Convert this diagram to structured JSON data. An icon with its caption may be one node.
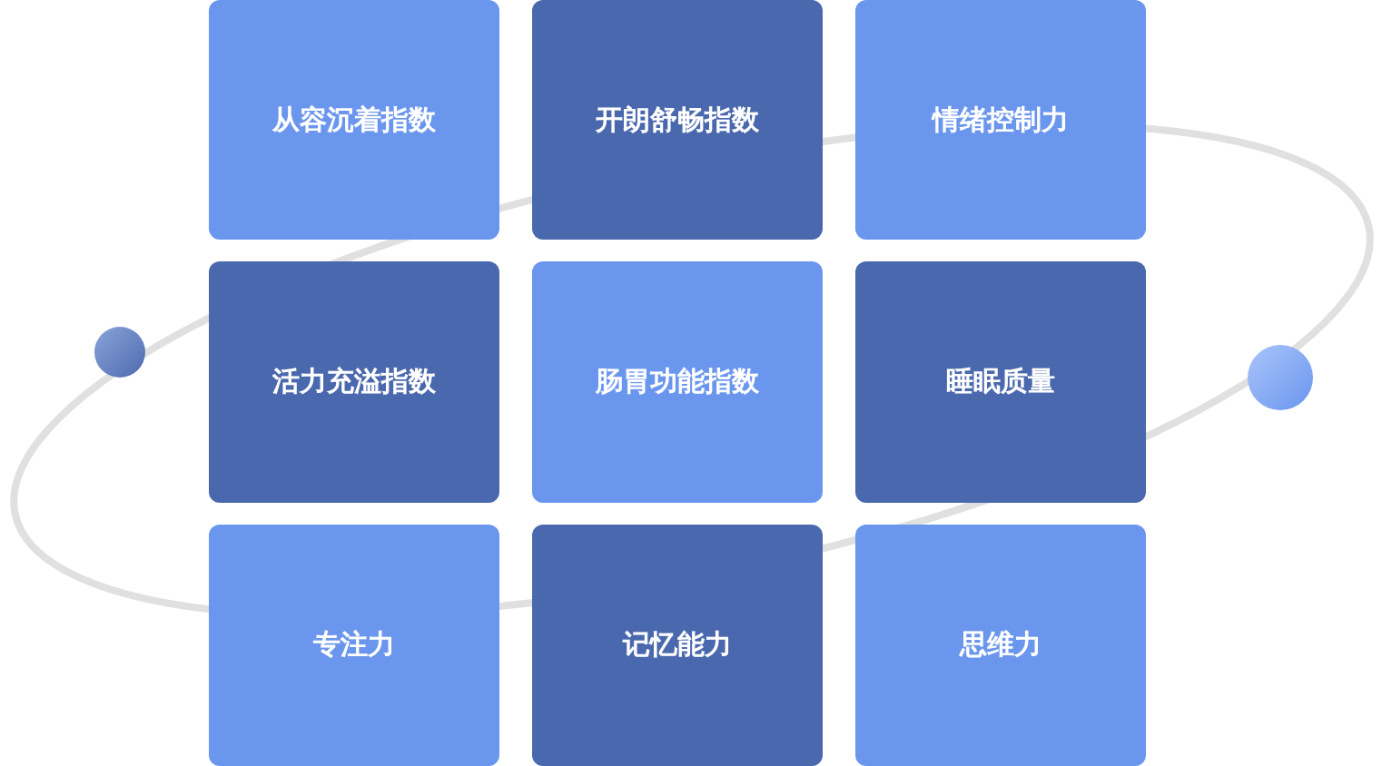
{
  "diagram": {
    "nodes": [
      {
        "text": [
          "从容沉着指数"
        ]
      },
      {
        "text": [
          "开朗舒畅指数"
        ]
      },
      {
        "text": [
          "情绪控制力"
        ]
      },
      {
        "text": [
          "活力充溢指数"
        ]
      },
      {
        "text": [
          "肠胃功能指数"
        ]
      },
      {
        "text": [
          "睡眠质量"
        ]
      },
      {
        "text": [
          "专注力"
        ]
      },
      {
        "text": [
          "记忆能力"
        ]
      },
      {
        "text": [
          "思维力"
        ]
      }
    ]
  }
}
